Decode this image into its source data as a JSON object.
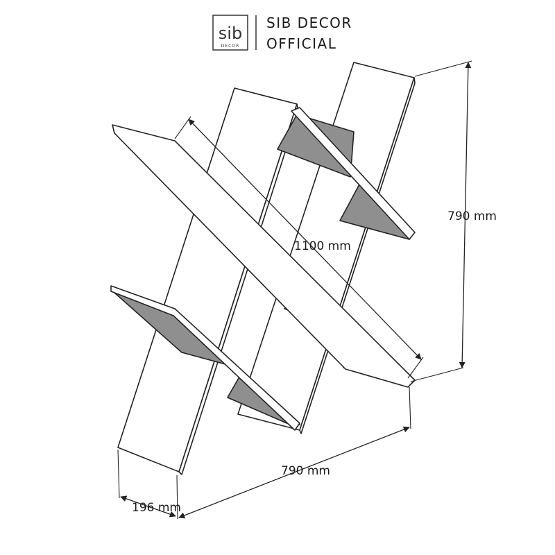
{
  "header": {
    "logo_mark": "sib",
    "logo_sub": "DECOR",
    "brand_line1": "SIB DECOR",
    "brand_line2": "OFFICIAL"
  },
  "dimensions": {
    "height": "790 mm",
    "diagonal": "1100 mm",
    "width": "790 mm",
    "depth": "196 mm"
  },
  "colors": {
    "outline": "#222222",
    "shelf_face": "#ffffff",
    "shelf_inner": "#8f8f8f"
  }
}
